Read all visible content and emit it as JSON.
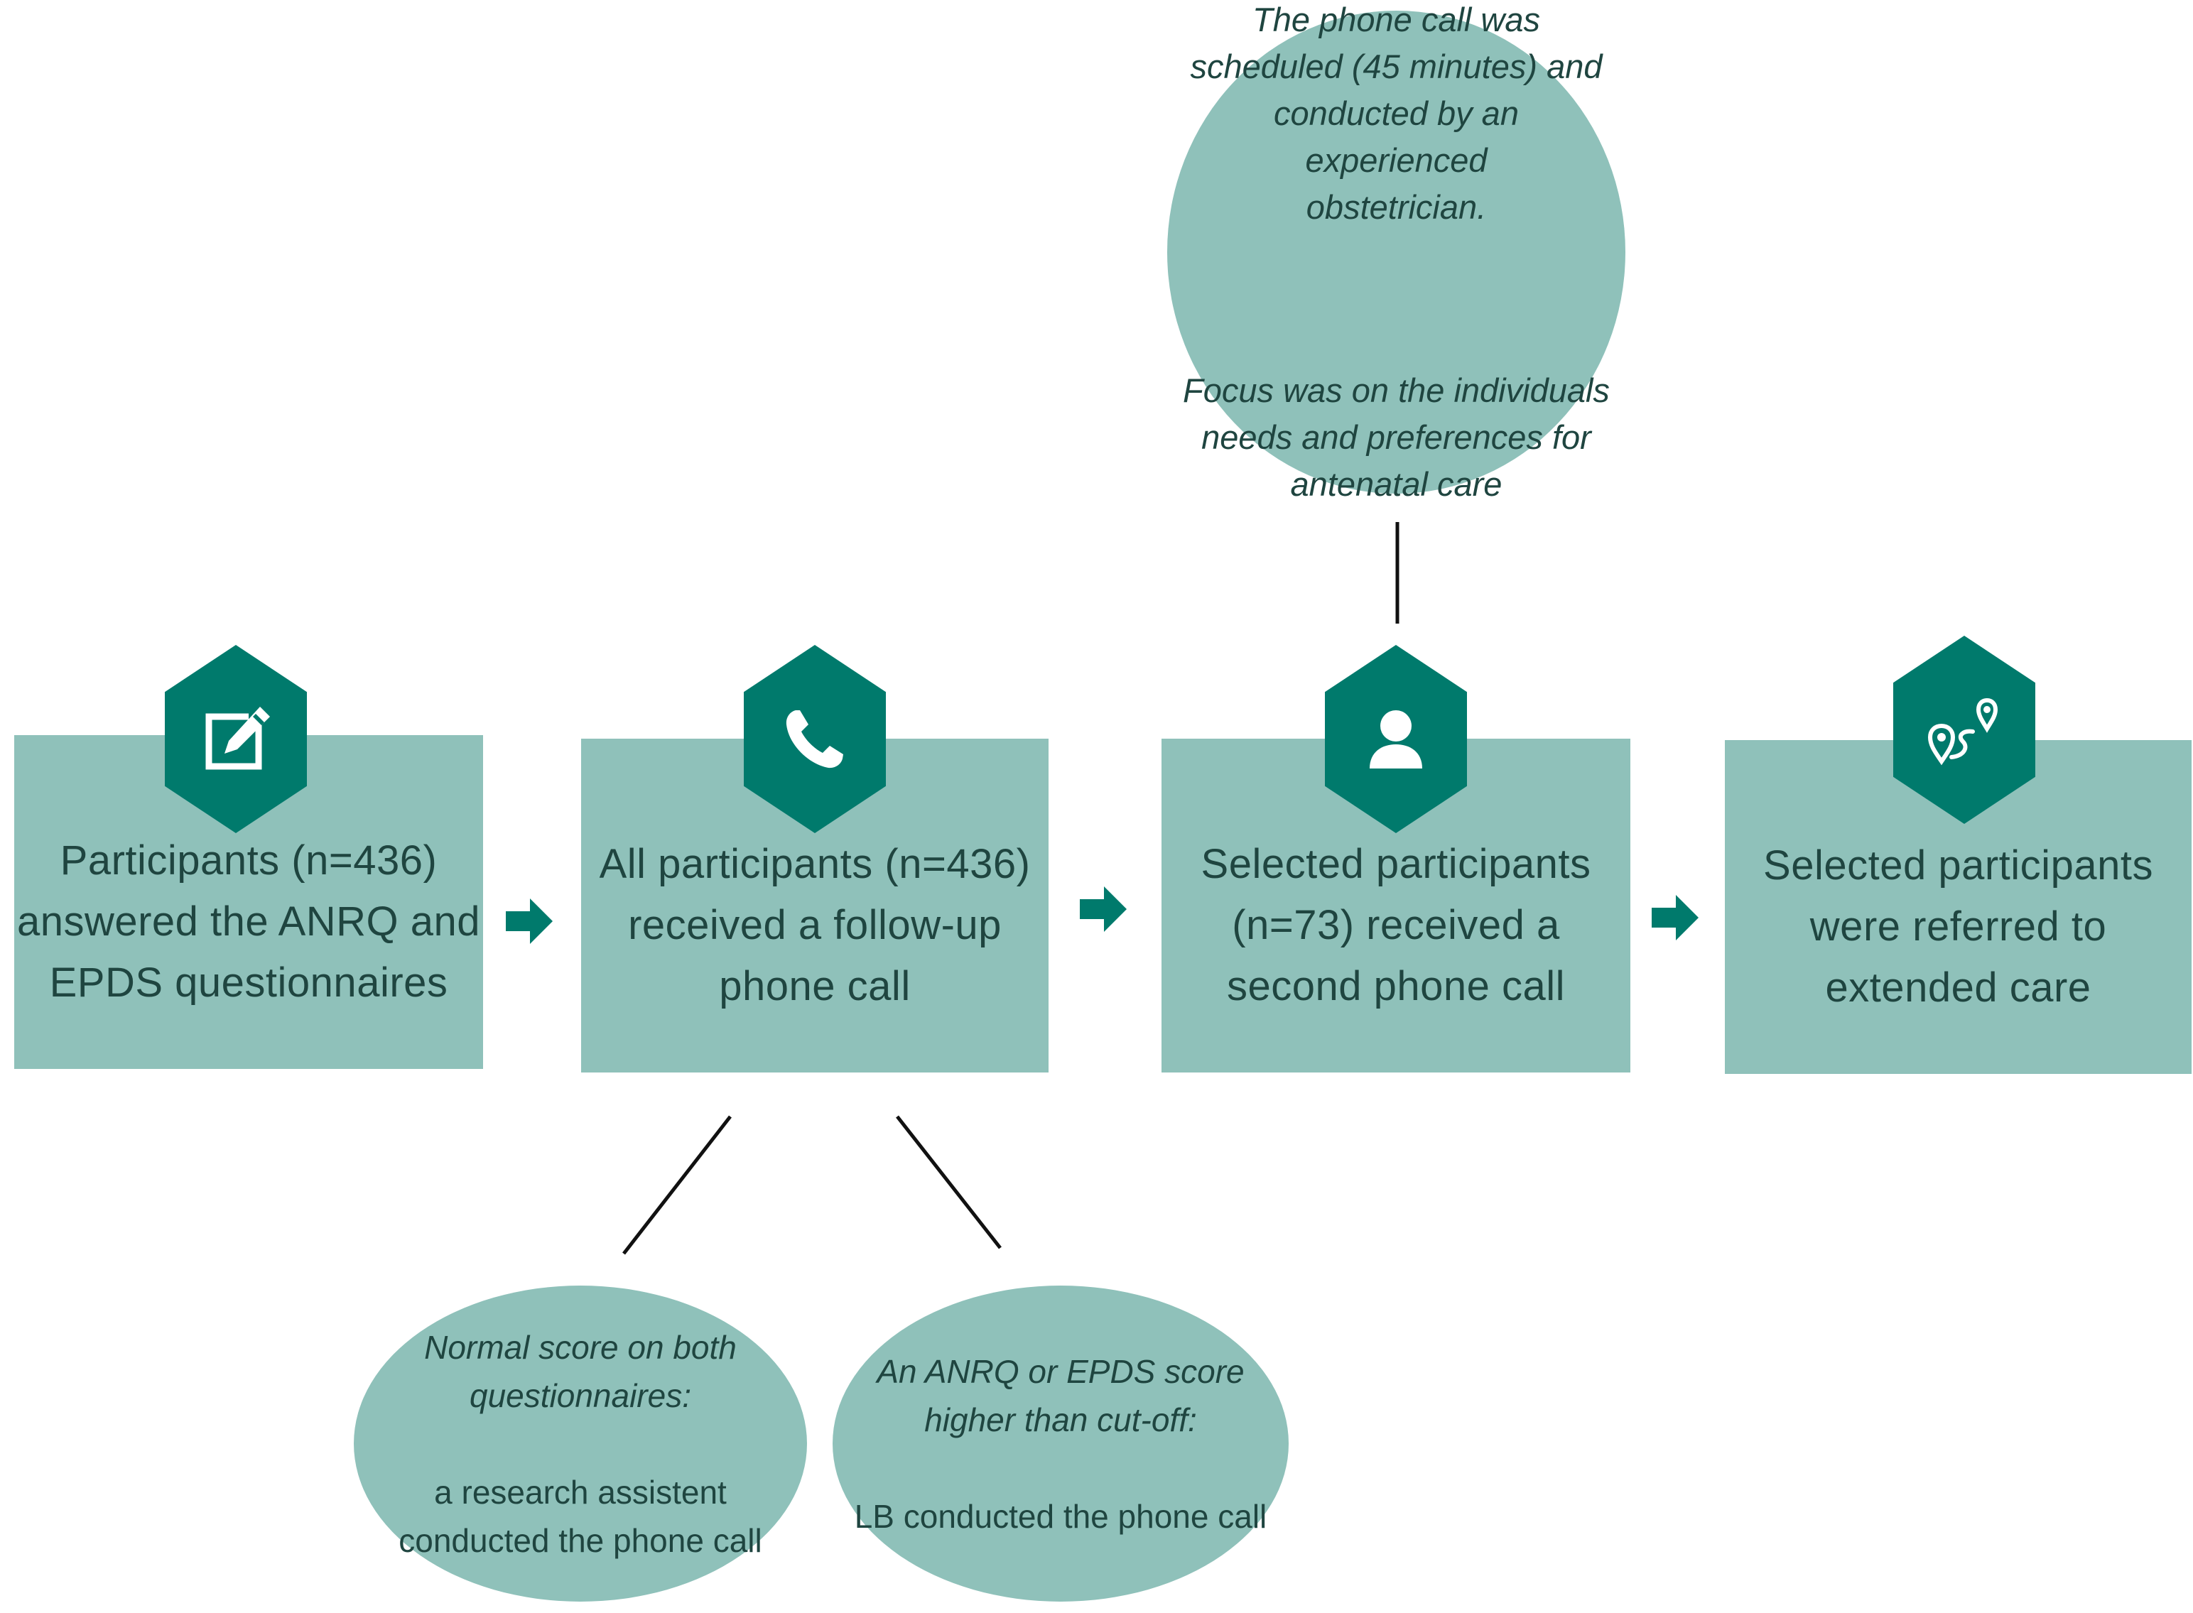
{
  "steps": [
    {
      "text": "Participants (n=436)\nanswered the ANRQ and\nEPDS questionnaires",
      "icon": "edit-icon"
    },
    {
      "text": "All participants (n=436)\nreceived a follow-up\nphone call",
      "icon": "phone-icon"
    },
    {
      "text": "Selected participants\n(n=73) received a\nsecond phone call",
      "icon": "person-icon"
    },
    {
      "text": "Selected participants\nwere referred to\nextended care",
      "icon": "route-icon"
    }
  ],
  "notes": {
    "second_call": {
      "p1": "The phone call was\nscheduled (45 minutes) and\nconducted by an experienced\nobstetrician.",
      "p2": "Focus was on the individuals\nneeds and preferences for\nantenatal care"
    },
    "normal_score": {
      "lead": "Normal score on both\nquestionnaires:",
      "rest": "a research assistent\nconducted the phone call"
    },
    "high_score": {
      "lead": "An ANRQ or EPDS score\nhigher than cut-off:",
      "rest": "LB conducted the phone call"
    }
  },
  "colors": {
    "box": "#8fc1ba",
    "icon": "#007a6c",
    "text": "#1f4540"
  }
}
